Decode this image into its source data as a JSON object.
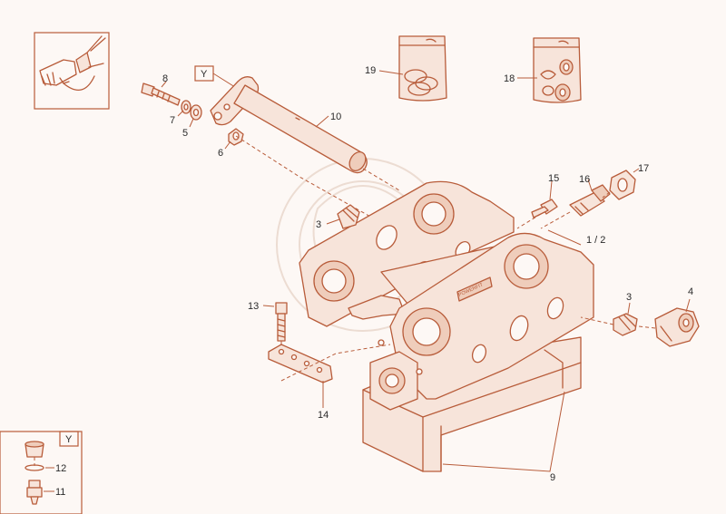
{
  "labels": {
    "l1_2": "1 / 2",
    "l3a": "3",
    "l3b": "3",
    "l4": "4",
    "l5": "5",
    "l6": "6",
    "l7": "7",
    "l8": "8",
    "l9": "9",
    "l10": "10",
    "l11": "11",
    "l12": "12",
    "l13": "13",
    "l14": "14",
    "l15": "15",
    "l16": "16",
    "l17": "17",
    "l18": "18",
    "l19": "19"
  },
  "callouts": {
    "y_top": "Y",
    "y_inset": "Y"
  },
  "brand_plate": "POWERFIT",
  "colors": {
    "line": "#b85c3a",
    "background": "#fdf8f5",
    "part_fill": "#f7e4da",
    "label_text": "#2a2a2a"
  }
}
